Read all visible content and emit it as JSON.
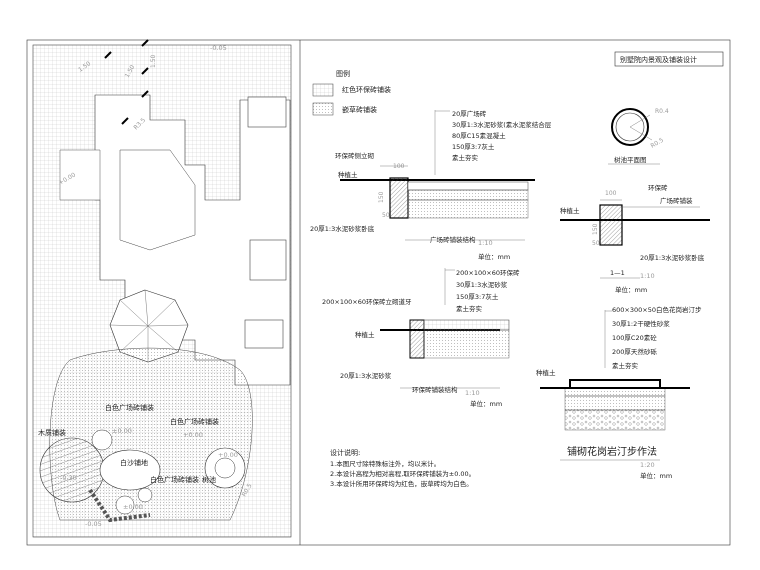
{
  "title_block": {
    "drawing_title": "别墅院内景观及铺装设计"
  },
  "legend": {
    "heading": "图例",
    "items": [
      {
        "label": "红色环保砖铺装"
      },
      {
        "label": "嵌草砖铺装"
      }
    ]
  },
  "plan": {
    "labels": {
      "white_paving": "白色广场砖铺装",
      "wood_deck": "木质铺装",
      "white_paving2": "白色广场砖铺装",
      "sand_pool": "白沙铺地",
      "white_paving3": "白色广场砖铺装",
      "tree_pool": "树池"
    },
    "levels": [
      "-0.05",
      "+0.00",
      "+0.00",
      "±0.00",
      "±0.00",
      "-0.05",
      "-0.30"
    ]
  },
  "detail_square": {
    "layers": [
      "20厚广场砖",
      "30厚1:3水泥砂浆(素水泥浆结合层",
      "80厚C15素混凝土",
      "150厚3:7灰土",
      "素土夯实"
    ],
    "edge_label": "环保砖侧立砌",
    "soil_label": "种植土",
    "mortar_label": "20厚1:3水泥砂浆卧底",
    "title": "广场砖铺装结构",
    "scale": "1:10",
    "unit": "单位：mm",
    "dims": [
      "100",
      "150",
      "50"
    ]
  },
  "detail_tree_plan": {
    "title": "树池平面图",
    "r1": "R0.4",
    "r2": "R0.5"
  },
  "detail_tree_section": {
    "brick_label": "环保砖",
    "paving_label": "广场砖铺装",
    "soil_label": "种植土",
    "mortar_label": "20厚1:3水泥砂浆卧底",
    "section_title": "1—1",
    "scale": "1:10",
    "unit": "单位：mm",
    "dims": [
      "100",
      "150",
      "50"
    ]
  },
  "detail_brick": {
    "layers": [
      "200×100×60环保砖",
      "30厚1:3水泥砂浆",
      "150厚3:7灰土",
      "素土夯实"
    ],
    "edge_label": "200×100×60环保砖立砌道牙",
    "soil_label": "种植土",
    "mortar_label": "20厚1:3水泥砂浆",
    "title": "环保砖铺装结构",
    "scale": "1:10",
    "unit": "单位：mm"
  },
  "detail_stepstone": {
    "layers": [
      "600×300×50白色花岗岩汀步",
      "30厚1:2干硬性砂浆",
      "100厚C20素砼",
      "200厚天然砂砾",
      "素土夯实"
    ],
    "soil_label": "种植土",
    "title": "铺砌花岗岩汀步作法",
    "scale": "1:20",
    "unit": "单位：mm"
  },
  "notes": {
    "heading": "设计说明:",
    "lines": [
      "1.本图尺寸除特殊标注外，均以米计。",
      "2.本设计高程为相对高程,取环保砖铺装为±0.00。",
      "3.本设计所用环保砖均为红色，嵌草砖均为白色。"
    ]
  }
}
